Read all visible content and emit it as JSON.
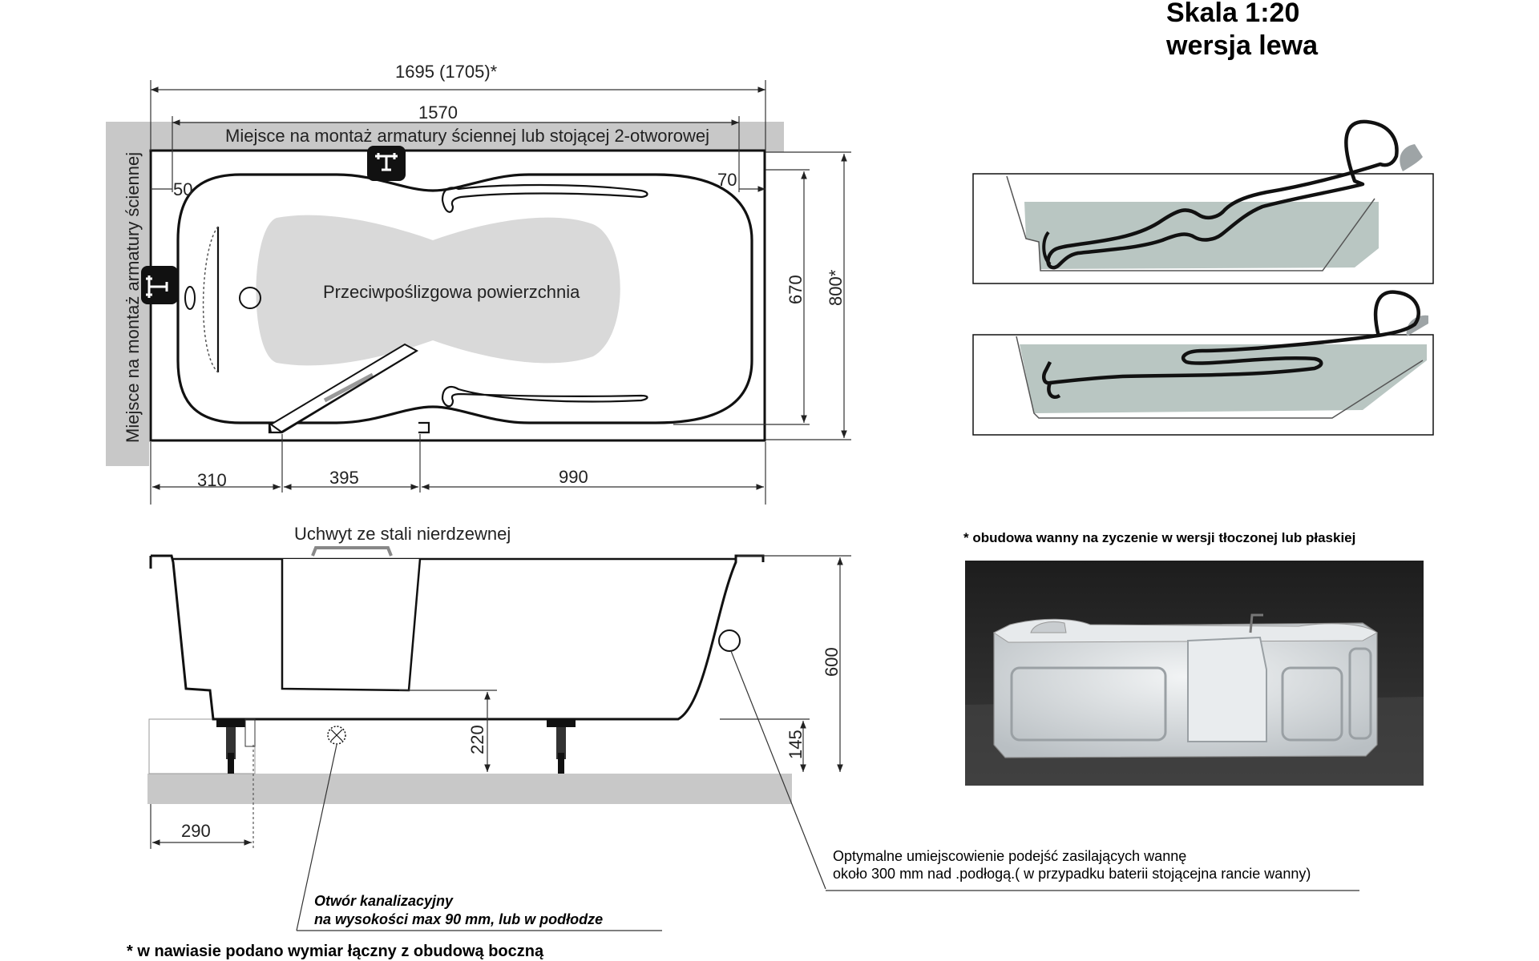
{
  "scale": {
    "line1": "Skala 1:20",
    "line2": "wersja lewa"
  },
  "top_view": {
    "dim_total": "1695 (1705)*",
    "dim_inner": "1570",
    "wall_mount_long": "Miejsce na montaż armatury ściennej lub stojącej 2-otworowej",
    "wall_mount_side": "Miejsce na montaż armatury ściennej",
    "dim_50": "50",
    "dim_70": "70",
    "dim_670": "670",
    "dim_800": "800*",
    "surface_label": "Przeciwpoślizgowa powierzchnia",
    "dim_310": "310",
    "dim_395": "395",
    "dim_990": "990"
  },
  "side_view": {
    "handle_label": "Uchwyt ze stali nierdzewnej",
    "dim_600": "600",
    "dim_220": "220",
    "dim_145": "145",
    "dim_290": "290"
  },
  "notes": {
    "casing": "* obudowa wanny na zyczenie w wersji tłoczonej lub płaskiej",
    "supply_line1": "Optymalne umiejscowienie podejść  zasilających wannę",
    "supply_line2": "około 300 mm nad .podłogą.( w przypadku baterii stojącejna rancie wanny)",
    "drain_line1": "Otwór kanalizacyjny",
    "drain_line2": "na wysokości max 90 mm, lub w podłodze",
    "footnote": "* w nawiasie podano wymiar łączny z obudową boczną"
  },
  "colors": {
    "wall_gray": "#c8c8c8",
    "surface_gray": "#d9d9d9",
    "water": "#b9c6c2",
    "photo_bg": "#2a2a2a"
  }
}
